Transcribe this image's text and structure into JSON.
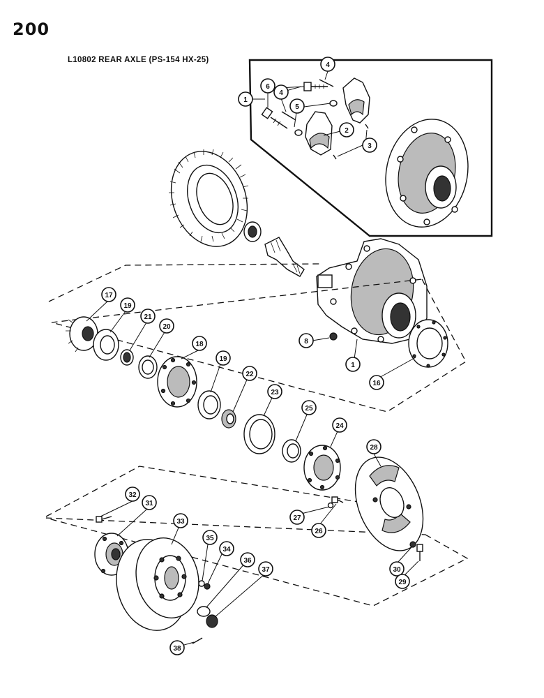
{
  "header": {
    "page_number": "200",
    "title": "L10802 REAR AXLE (PS-154 HX-25)"
  },
  "callouts": {
    "c1_inset": "1",
    "c6": "6",
    "c4_top": "4",
    "c4_mid": "4",
    "c5": "5",
    "c2": "2",
    "c3": "3",
    "c17": "17",
    "c19_a": "19",
    "c21": "21",
    "c20": "20",
    "c18": "18",
    "c19_b": "19",
    "c22": "22",
    "c23": "23",
    "c25": "25",
    "c24": "24",
    "c8": "8",
    "c1_main": "1",
    "c16": "16",
    "c28": "28",
    "c32": "32",
    "c31": "31",
    "c33": "33",
    "c35": "35",
    "c34": "34",
    "c36": "36",
    "c37": "37",
    "c38": "38",
    "c27": "27",
    "c26": "26",
    "c30": "30",
    "c29": "29"
  },
  "colors": {
    "ink": "#111111",
    "paper": "#ffffff"
  }
}
